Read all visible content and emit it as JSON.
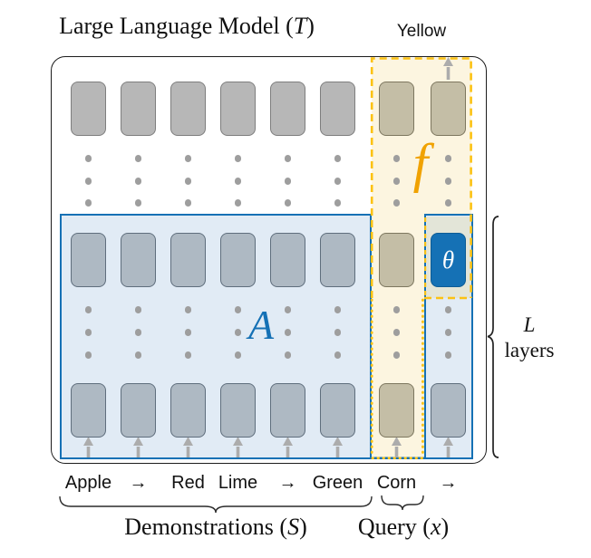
{
  "title": {
    "pre": "Large Language Model (",
    "var": "T",
    "close": ")"
  },
  "yellow_region_label": "Yellow",
  "function_label": "f",
  "theta_label": "θ",
  "attention_label": "A",
  "layers_brace": {
    "var": "L",
    "word": "layers"
  },
  "grid": {
    "columns": [
      {
        "label": "Apple",
        "rows": [
          "gray",
          "blue",
          "blue"
        ]
      },
      {
        "label": "→",
        "rows": [
          "gray",
          "blue",
          "blue"
        ]
      },
      {
        "label": "Red",
        "rows": [
          "gray",
          "blue",
          "blue"
        ]
      },
      {
        "label": "Lime",
        "rows": [
          "gray",
          "blue",
          "blue"
        ]
      },
      {
        "label": "→",
        "rows": [
          "gray",
          "blue",
          "blue"
        ]
      },
      {
        "label": "Green",
        "rows": [
          "gray",
          "blue",
          "blue"
        ]
      },
      {
        "label": "Corn",
        "rows": [
          "beige",
          "beige",
          "beige"
        ]
      },
      {
        "label": "→",
        "rows": [
          "beige",
          "theta",
          "blue"
        ],
        "output_arrow": true
      }
    ]
  },
  "demonstrations_label": {
    "pre": "Demonstrations (",
    "var": "S",
    "close": ")"
  },
  "query_label": {
    "pre": "Query (",
    "var": "x",
    "close": ")"
  },
  "colors": {
    "accent_blue": "#1571b5",
    "yellow_dash": "#fcc213",
    "f_orange": "#f0a202",
    "light_yellow": "#fcf5e0",
    "light_blue": "#e1ebf5",
    "theta_cell": "#e3e5d8",
    "token_gray": "#b7b7b7",
    "token_blue": "#aeb9c3",
    "token_beige": "#c4bea6",
    "dot_gray": "#9e9e9e",
    "arrow_gray": "#acacac"
  }
}
